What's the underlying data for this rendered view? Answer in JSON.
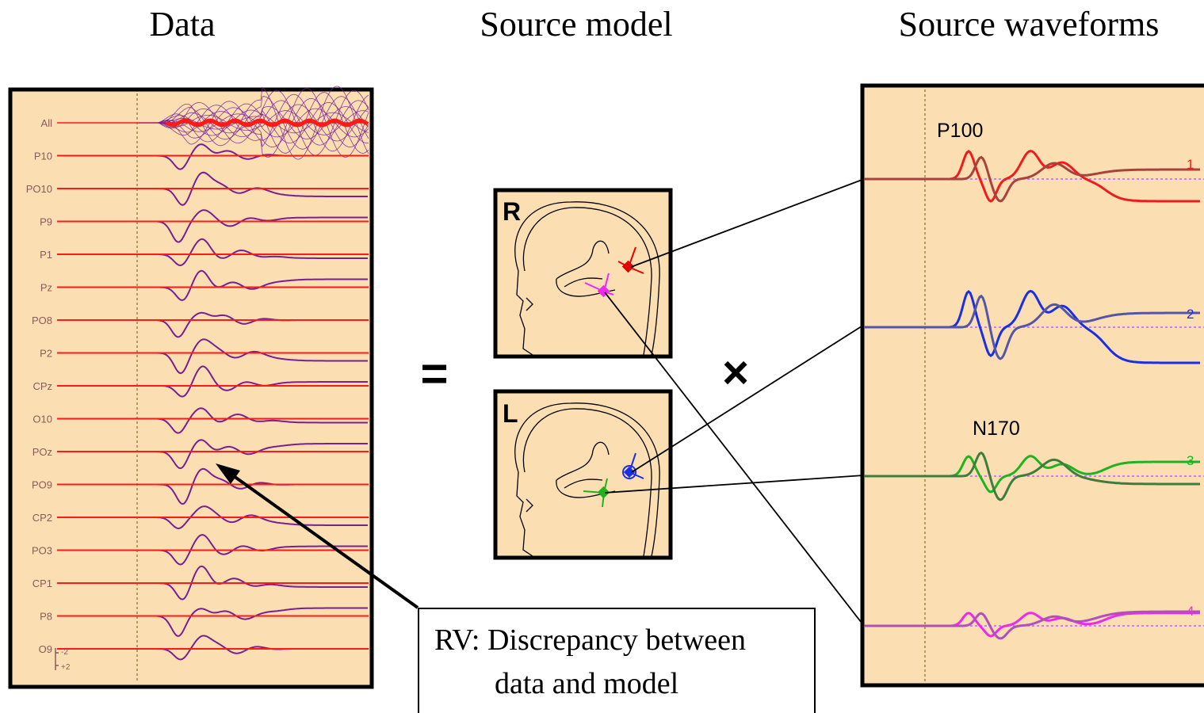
{
  "titles": {
    "data": "Data",
    "source_model": "Source model",
    "source_waveforms": "Source waveforms"
  },
  "symbols": {
    "equals": "=",
    "times": "×"
  },
  "data_panel": {
    "channels": [
      "All",
      "P10",
      "PO10",
      "P9",
      "P1",
      "Pz",
      "PO8",
      "P2",
      "CPz",
      "O10",
      "POz",
      "PO9",
      "CP2",
      "PO3",
      "CP1",
      "P8",
      "O9"
    ],
    "scale_top": "-2",
    "scale_bottom": "+2"
  },
  "source_model": {
    "head_right_label": "R",
    "head_left_label": "L"
  },
  "source_waveforms": {
    "peak_labels": [
      "P100",
      "N170"
    ],
    "source_numbers": [
      "1",
      "2",
      "3",
      "4"
    ]
  },
  "rv_box": {
    "line1": "RV: Discrepancy between",
    "line2": "data and model"
  },
  "colors": {
    "panel_bg": "#fbdfb3",
    "data_red": "#ff1a1a",
    "data_purple": "#7a1f8f",
    "src1": "#ee1c1c",
    "src1_dark": "#a8423d",
    "src2": "#1a2ee8",
    "src2_dark": "#5555a8",
    "src3": "#1fb31f",
    "src3_dark": "#3d7d3d",
    "src4": "#ee28ee",
    "src4_dark": "#b050b8",
    "dashed_baseline": "#b04aff"
  }
}
